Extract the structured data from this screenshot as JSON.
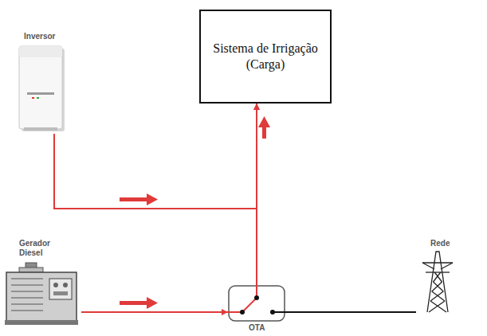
{
  "diagram": {
    "nodes": [
      {
        "text": [
          "Sistema de Irrigação (Carga)"
        ]
      },
      {
        "text": [
          "Inversor"
        ]
      },
      {
        "text": [
          "Gerador Diesel"
        ]
      },
      {
        "text": [
          "OTA"
        ]
      },
      {
        "text": [
          "Rede"
        ]
      }
    ],
    "edges": [
      {
        "from": 1,
        "to": 0,
        "arrow": "to"
      },
      {
        "from": 2,
        "to": 3,
        "arrow": "to"
      },
      {
        "from": 3,
        "to": 0,
        "arrow": "to"
      },
      {
        "from": 4,
        "to": 3,
        "arrow": "none"
      }
    ]
  }
}
